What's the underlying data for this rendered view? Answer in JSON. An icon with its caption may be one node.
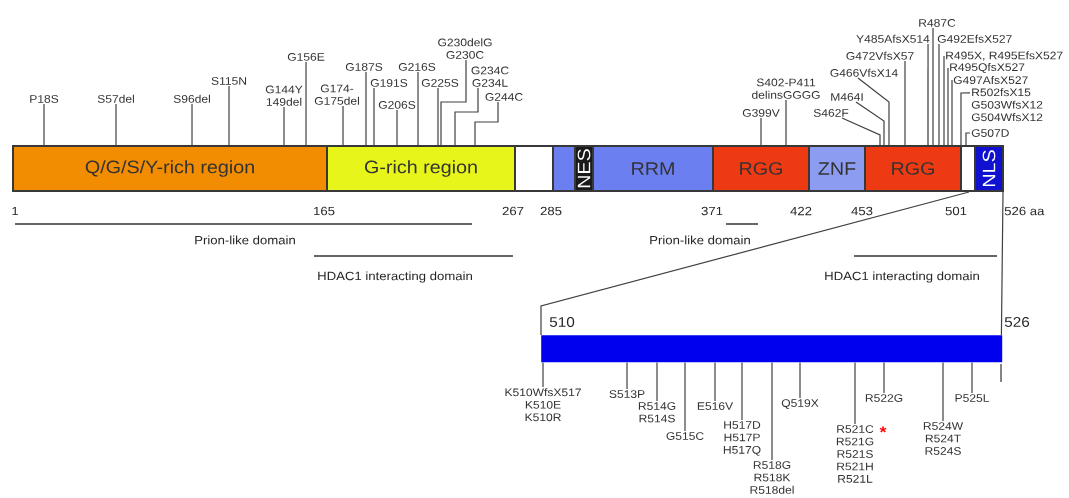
{
  "diagram": {
    "nodes": [
      {
        "text": [
          "Q/G/S/Y-rich region"
        ]
      },
      {
        "text": [
          "G-rich region"
        ]
      },
      {
        "text": [],
        "shape": "box"
      },
      {
        "text": [],
        "shape": "box"
      },
      {
        "text": [
          "NES"
        ]
      },
      {
        "text": [
          "RRM"
        ]
      },
      {
        "text": [
          "RGG"
        ]
      },
      {
        "text": [
          "ZNF"
        ]
      },
      {
        "text": [
          "RGG"
        ]
      },
      {
        "text": [],
        "shape": "box"
      },
      {
        "text": [
          "NLS"
        ]
      },
      {
        "text": [],
        "shape": "bar",
        "beside": [
          "510",
          "526"
        ]
      },
      {
        "text": [
          "P18S"
        ]
      },
      {
        "text": [
          "S57del"
        ]
      },
      {
        "text": [
          "S96del"
        ]
      },
      {
        "text": [
          "S115N"
        ]
      },
      {
        "text": [
          "G144Y 149del"
        ]
      },
      {
        "text": [
          "G156E"
        ]
      },
      {
        "text": [
          "G174- G175del"
        ]
      },
      {
        "text": [
          "G187S"
        ]
      },
      {
        "text": [
          "G191S"
        ]
      },
      {
        "text": [
          "G206S"
        ]
      },
      {
        "text": [
          "G216S"
        ]
      },
      {
        "text": [
          "G225S"
        ]
      },
      {
        "text": [
          "G230delG G230C"
        ]
      },
      {
        "text": [
          "G234C G234L"
        ]
      },
      {
        "text": [
          "G244C"
        ]
      },
      {
        "text": [
          "G399V"
        ]
      },
      {
        "text": [
          "S402-P411 delinsGGGG"
        ]
      },
      {
        "text": [
          "S462F"
        ]
      },
      {
        "text": [
          "M464I"
        ]
      },
      {
        "text": [
          "G466VfsX14"
        ]
      },
      {
        "text": [
          "G472VfsX57"
        ]
      },
      {
        "text": [
          "Y485AfsX514"
        ]
      },
      {
        "text": [
          "R487C"
        ]
      },
      {
        "text": [
          "G492EfsX527"
        ]
      },
      {
        "text": [
          "R495X, R495EfsX527"
        ]
      },
      {
        "text": [
          "R495QfsX527"
        ]
      },
      {
        "text": [
          "G497AfsX527"
        ]
      },
      {
        "text": [
          "R502fsX15 G503WfsX12 G504WfsX12"
        ]
      },
      {
        "text": [
          "G507D"
        ]
      },
      {
        "text": [
          "K510WfsX517 K510E K510R"
        ]
      },
      {
        "text": [
          "S513P"
        ]
      },
      {
        "text": [
          "R514G R514S"
        ]
      },
      {
        "text": [
          "G515C"
        ]
      },
      {
        "text": [
          "E516V"
        ]
      },
      {
        "text": [
          "H517D H517P H517Q"
        ]
      },
      {
        "text": [
          "R518G R518K R518del"
        ]
      },
      {
        "text": [
          "Q519X"
        ]
      },
      {
        "text": [
          "R521C R521G R521S R521H R521L"
        ],
        "beside": [
          "*"
        ]
      },
      {
        "text": [
          "R522G"
        ]
      },
      {
        "text": [
          "R524W R524T R524S"
        ]
      },
      {
        "text": [
          "P525L"
        ]
      }
    ],
    "edges": [
      {
        "from": 12,
        "to": 0,
        "arrow": "none"
      },
      {
        "from": 13,
        "to": 0,
        "arrow": "none"
      },
      {
        "from": 14,
        "to": 0,
        "arrow": "none"
      },
      {
        "from": 15,
        "to": 0,
        "arrow": "none"
      },
      {
        "from": 16,
        "to": 0,
        "arrow": "none"
      },
      {
        "from": 17,
        "to": 0,
        "arrow": "none"
      },
      {
        "from": 18,
        "to": 1,
        "arrow": "none"
      },
      {
        "from": 19,
        "to": 1,
        "arrow": "none"
      },
      {
        "from": 20,
        "to": 1,
        "arrow": "none"
      },
      {
        "from": 21,
        "to": 1,
        "arrow": "none"
      },
      {
        "from": 22,
        "to": 1,
        "arrow": "none"
      },
      {
        "from": 23,
        "to": 1,
        "arrow": "none"
      },
      {
        "from": 24,
        "to": 1,
        "arrow": "none"
      },
      {
        "from": 25,
        "to": 1,
        "arrow": "none"
      },
      {
        "from": 26,
        "to": 1,
        "arrow": "none"
      },
      {
        "from": 27,
        "to": 6,
        "arrow": "none"
      },
      {
        "from": 28,
        "to": 6,
        "arrow": "none"
      },
      {
        "from": 29,
        "to": 8,
        "arrow": "none"
      },
      {
        "from": 30,
        "to": 8,
        "arrow": "none"
      },
      {
        "from": 31,
        "to": 8,
        "arrow": "none"
      },
      {
        "from": 32,
        "to": 8,
        "arrow": "none"
      },
      {
        "from": 33,
        "to": 8,
        "arrow": "none"
      },
      {
        "from": 34,
        "to": 8,
        "arrow": "none"
      },
      {
        "from": 35,
        "to": 8,
        "arrow": "none"
      },
      {
        "from": 36,
        "to": 8,
        "arrow": "none"
      },
      {
        "from": 37,
        "to": 8,
        "arrow": "none"
      },
      {
        "from": 38,
        "to": 8,
        "arrow": "none"
      },
      {
        "from": 39,
        "to": 9,
        "arrow": "none"
      },
      {
        "from": 40,
        "to": 9,
        "arrow": "none"
      },
      {
        "from": 10,
        "to": 11,
        "arrow": "none"
      },
      {
        "from": 10,
        "to": 11,
        "arrow": "none"
      },
      {
        "from": 41,
        "to": 11,
        "arrow": "none"
      },
      {
        "from": 42,
        "to": 11,
        "arrow": "none"
      },
      {
        "from": 43,
        "to": 11,
        "arrow": "none"
      },
      {
        "from": 44,
        "to": 11,
        "arrow": "none"
      },
      {
        "from": 45,
        "to": 11,
        "arrow": "none"
      },
      {
        "from": 46,
        "to": 11,
        "arrow": "none"
      },
      {
        "from": 47,
        "to": 11,
        "arrow": "none"
      },
      {
        "from": 48,
        "to": 11,
        "arrow": "none"
      },
      {
        "from": 49,
        "to": 11,
        "arrow": "none"
      },
      {
        "from": 50,
        "to": 11,
        "arrow": "none"
      },
      {
        "from": 51,
        "to": 11,
        "arrow": "none"
      },
      {
        "from": 52,
        "to": 11,
        "arrow": "none"
      }
    ],
    "labels": [
      "1",
      "165",
      "267",
      "285",
      "371",
      "422",
      "453",
      "501",
      "526 aa",
      "Prion-like domain",
      "Prion-like domain",
      "HDAC1 interacting domain",
      "HDAC1 interacting domain"
    ]
  }
}
